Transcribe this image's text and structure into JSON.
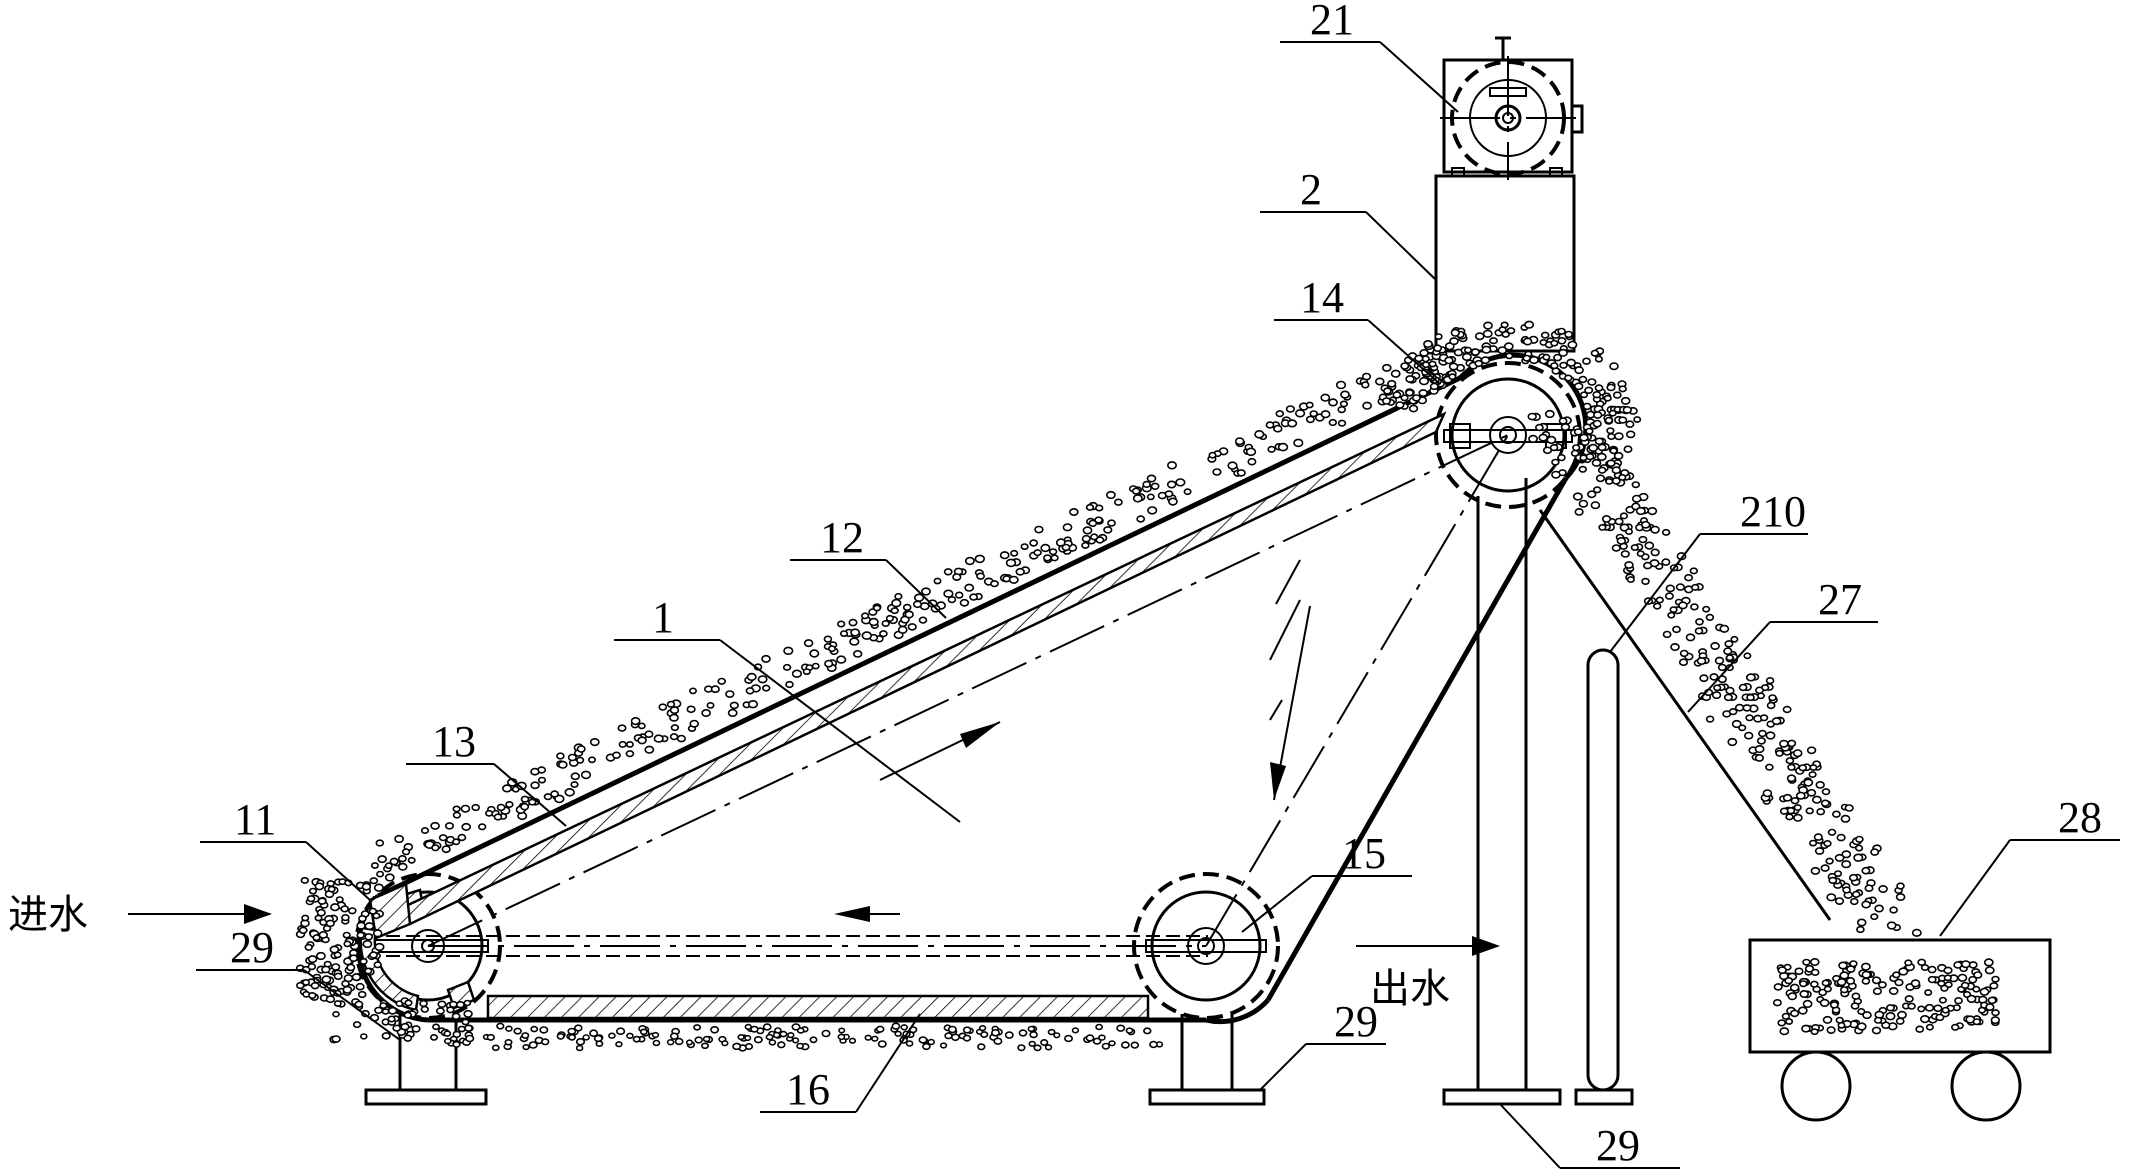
{
  "labels": {
    "l21": "21",
    "l2": "2",
    "l14": "14",
    "l12": "12",
    "l1": "1",
    "l13": "13",
    "l11": "11",
    "l29a": "29",
    "l15": "15",
    "l16": "16",
    "l29b": "29",
    "l29c": "29",
    "l210": "210",
    "l27": "27",
    "l28": "28"
  },
  "flow": {
    "inlet": "进水",
    "outlet": "出水"
  }
}
